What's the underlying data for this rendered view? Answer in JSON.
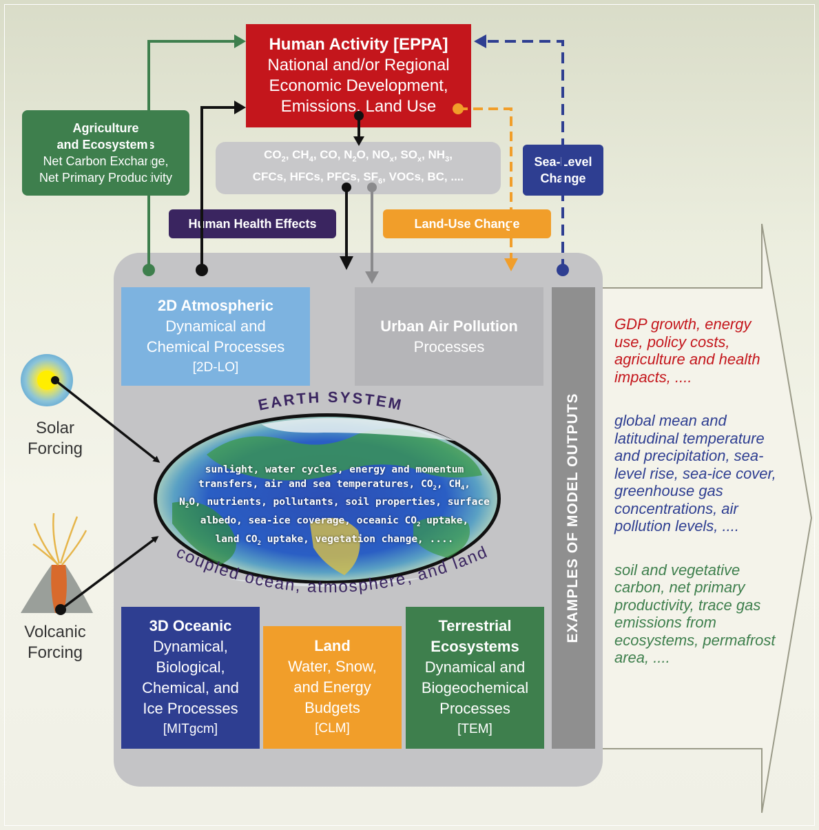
{
  "human_activity": {
    "title": "Human Activity [EPPA]",
    "line1": "National and/or Regional",
    "line2": "Economic Development,",
    "line3": "Emissions, Land Use"
  },
  "agriculture": {
    "title1": "Agriculture",
    "title2": "and Ecosystems",
    "line1": "Net Carbon Exchange,",
    "line2": "Net Primary Productivity"
  },
  "emissions": {
    "line1": [
      "CO",
      "2",
      ", CH",
      "4",
      ", CO, N",
      "2",
      "O, NO",
      "x",
      ", SO",
      "x",
      ", NH",
      "3",
      ","
    ],
    "line2": [
      "CFCs, HFCs, PFCs, SF",
      "6",
      ", VOCs, BC, ...."
    ]
  },
  "sea_level": {
    "line1": "Sea-Level",
    "line2": "Change"
  },
  "health": {
    "label": "Human Health Effects"
  },
  "land_use": {
    "label": "Land-Use Change"
  },
  "atmos": {
    "title": "2D Atmospheric",
    "line1": "Dynamical and",
    "line2": "Chemical Processes",
    "code": "[2D-LO]"
  },
  "urban": {
    "title": "Urban Air Pollution",
    "line1": "Processes"
  },
  "earth": {
    "title": "EARTH SYSTEM",
    "caption": "coupled ocean, atmosphere, and land",
    "text1": "sunlight, water cycles, energy and momentum",
    "text2": "transfers, air and sea temperatures, CO",
    "text2b": ", CH",
    "text2c": ",",
    "text3a": "N",
    "text3b": "O, nutrients, pollutants, soil properties, surface",
    "text4a": "albedo, sea-ice coverage, oceanic CO",
    "text4b": " uptake,",
    "text5a": "land CO",
    "text5b": " uptake, vegetation change, ....",
    "sub2": "2",
    "sub4": "4"
  },
  "solar": {
    "line1": "Solar",
    "line2": "Forcing"
  },
  "volcanic": {
    "line1": "Volcanic",
    "line2": "Forcing"
  },
  "ocean": {
    "title": "3D Oceanic",
    "line1": "Dynamical,",
    "line2": "Biological,",
    "line3": "Chemical, and",
    "line4": "Ice Processes",
    "code": "[MITgcm]"
  },
  "land": {
    "title": "Land",
    "line1": "Water, Snow,",
    "line2": "and Energy",
    "line3": "Budgets",
    "code": "[CLM]"
  },
  "terrestrial": {
    "title1": "Terrestrial",
    "title2": "Ecosystems",
    "line1": "Dynamical and",
    "line2": "Biogeochemical",
    "line3": "Processes",
    "code": "[TEM]"
  },
  "outputs": {
    "bar_label": "EXAMPLES OF MODEL OUTPUTS",
    "economic": "GDP growth, energy use, policy costs, agriculture and health impacts, ....",
    "climate": "global mean and latitudinal temperature and precipitation, sea-level rise, sea-ice cover, greenhouse gas concentrations, air pollution levels, ....",
    "ecosystem": "soil and vegetative carbon, net primary productivity, trace gas emissions from ecosystems, permafrost area, ....",
    "colors": {
      "economic": "#c4161c",
      "climate": "#2e3e91",
      "ecosystem": "#3e7f4d"
    }
  },
  "colors": {
    "red": "#c4161c",
    "green": "#3e7f4d",
    "blue": "#2e3e91",
    "orange": "#f19e2a",
    "purple": "#3a2560",
    "light_blue": "#7db3e0",
    "gray": "#b5b5b8"
  }
}
